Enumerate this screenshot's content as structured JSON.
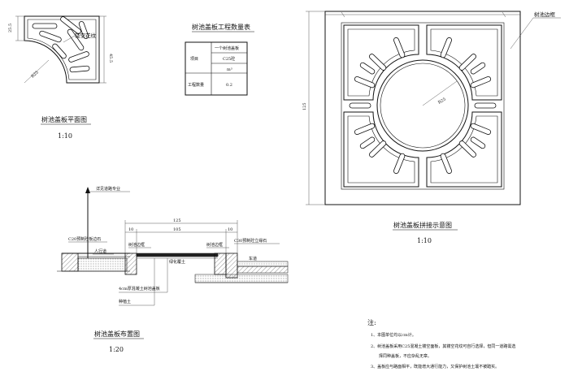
{
  "plan": {
    "title": "树池盖板平面图",
    "scale": "1:10",
    "dim_top": "25.5",
    "dim_right": "45.5",
    "dim_radius": "R25",
    "leader": "镂空花纹"
  },
  "quantity_table": {
    "title": "树池盖板工程数量表",
    "header": "一个树池盖板",
    "item_label": "项目",
    "material": "C25砼",
    "unit": "m³",
    "qty_label": "工程数量",
    "qty_value": "0.2"
  },
  "assembly": {
    "title": "树池盖板拼接示意图",
    "scale": "1:10",
    "edge_label": "树池边框",
    "dim_side": "125",
    "dim_radius": "R25"
  },
  "layout": {
    "title": "树池盖板布置图",
    "scale": "1:20",
    "see_road": "详见道路专业",
    "curb_left": "C20预制砼板边石",
    "sidewalk": "人行道",
    "dim_total": "125",
    "dim_a": "10",
    "dim_b": "105",
    "dim_c": "10",
    "frame_left": "树池边框",
    "frame_right": "树池边框",
    "curb_right": "C30预制砼立缘石",
    "green_soil": "绿化覆土",
    "roadway": "车道",
    "cover_label": "4cm厚混凝土树池盖板",
    "planting_soil": "种植土"
  },
  "notes": {
    "title": "注:",
    "items": [
      "1、本图单位均以cm计。",
      "2、树池盖板采用C25混凝土镂空面板，其镂空花纹可自行选择，但同一道路需选",
      "择同种盖板，不应杂乱无章。",
      "3、盖板应与路面相平，既能增大通行能力，又保护树池土壤不被踏实。"
    ]
  }
}
